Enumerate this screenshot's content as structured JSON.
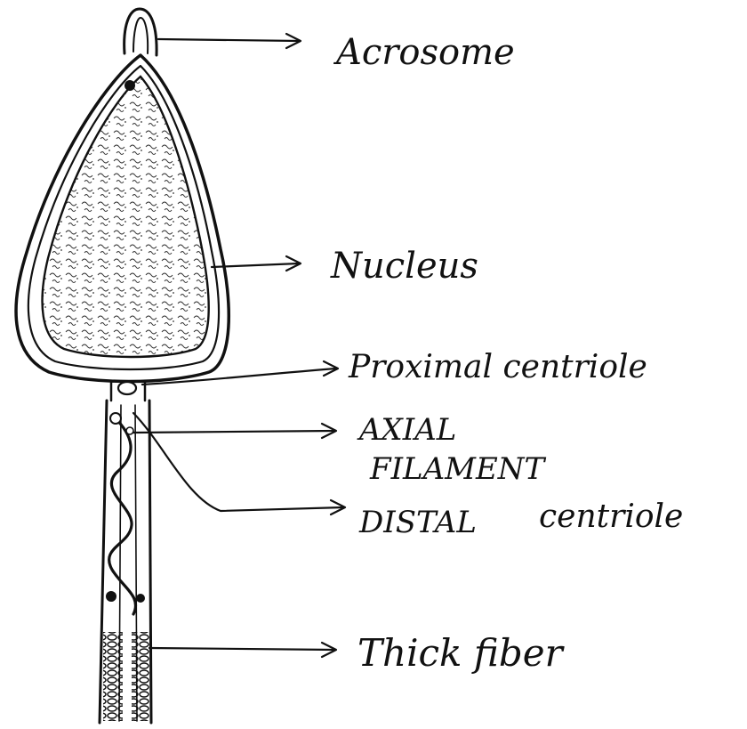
{
  "labels": {
    "acrosome": "Acrosome",
    "nucleus": "Nucleus",
    "proximal_centriole": "Proximal centriole",
    "axial_filament_line1": "AXIAL",
    "axial_filament_line2": "FILAMENT",
    "distal_centriole_part1": "DISTAL",
    "distal_centriole_part2": "centriole",
    "thick_fiber": "Thick fiber"
  },
  "colors": {
    "ink": "#111111",
    "paper": "#ffffff"
  }
}
